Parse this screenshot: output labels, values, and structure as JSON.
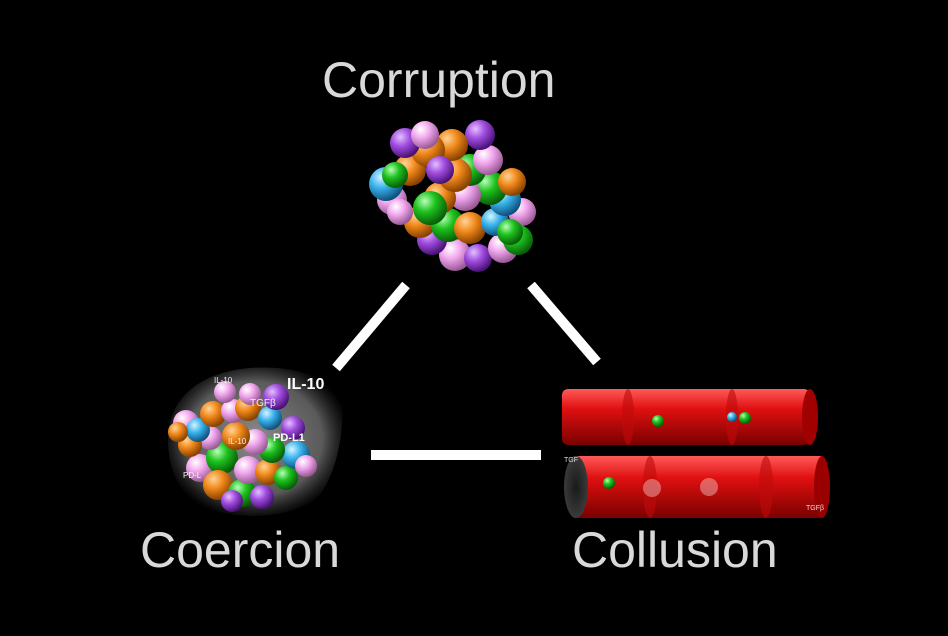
{
  "labels": {
    "top": "Corruption",
    "left": "Coercion",
    "right": "Collusion"
  },
  "coercion_annotations": {
    "il10_main": "IL-10",
    "tgfb": "TGFβ",
    "pdl1": "PD-L1",
    "il10_small_a": "IL-10",
    "il10_small_b": "IL-10",
    "pd_small": "PD-L"
  },
  "collusion_annotations": {
    "tgf_left": "TGF",
    "tgf_right": "TGFβ"
  },
  "colors": {
    "background": "#000000",
    "label_text": "#d9d9d9",
    "connector": "#ffffff",
    "vessel_red": "#e01010",
    "sphere_orange": "#f28a1c",
    "sphere_purple": "#a24ee0",
    "sphere_pink": "#f2a8ee",
    "sphere_green": "#1ec21e",
    "sphere_blue": "#3ab4ee"
  }
}
